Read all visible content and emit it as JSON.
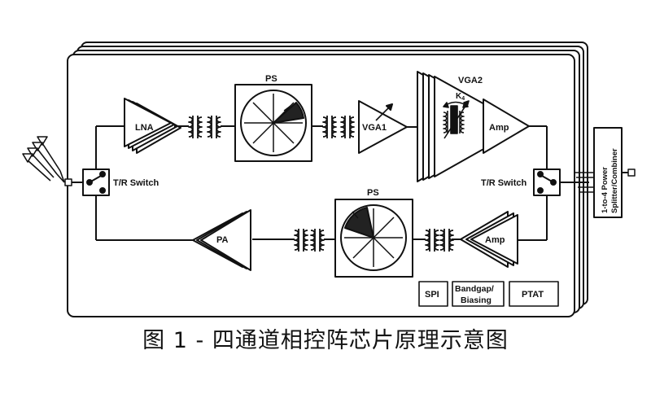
{
  "labels": {
    "lna": "LNA",
    "ps_top": "PS",
    "vga1": "VGA1",
    "vga2": "VGA2",
    "k4": "K",
    "k4_sub": "4",
    "amp_top": "Amp",
    "tr_left": "T/R Switch",
    "tr_right": "T/R Switch",
    "ps_bottom": "PS",
    "pa": "PA",
    "amp_bottom": "Amp",
    "spi": "SPI",
    "bandgap_line1": "Bandgap/",
    "bandgap_line2": "Biasing",
    "ptat": "PTAT",
    "splitter_line1": "1-to-4 Power",
    "splitter_line2": "Splitter/Combiner"
  },
  "caption": "图 1 - 四通道相控阵芯片原理示意图"
}
